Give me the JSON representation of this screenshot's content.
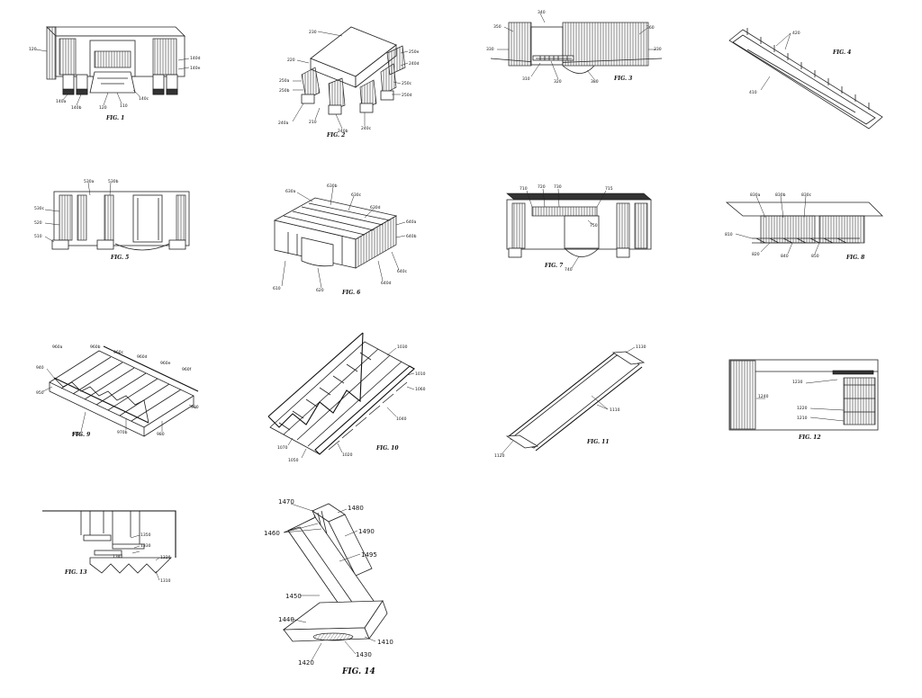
{
  "sheet": {
    "figures": [
      {
        "caption": "FIG. 1",
        "labels": [
          "120",
          "140d",
          "140e",
          "140a",
          "140b",
          "120",
          "110",
          "140c"
        ]
      },
      {
        "caption": "FIG. 2",
        "labels": [
          "230",
          "220",
          "250a",
          "250b",
          "250c",
          "250d",
          "250e",
          "240a",
          "240b",
          "240c",
          "240d",
          "210"
        ]
      },
      {
        "caption": "FIG. 3",
        "labels": [
          "340",
          "350",
          "360",
          "330",
          "310",
          "320",
          "380",
          "330"
        ]
      },
      {
        "caption": "FIG. 4",
        "labels": [
          "420",
          "410"
        ]
      },
      {
        "caption": "FIG. 5",
        "labels": [
          "530a",
          "530b",
          "530c",
          "520",
          "510"
        ]
      },
      {
        "caption": "FIG. 6",
        "labels": [
          "630a",
          "630b",
          "630c",
          "630d",
          "640a",
          "640b",
          "640c",
          "640d",
          "610",
          "620"
        ]
      },
      {
        "caption": "FIG. 7",
        "labels": [
          "710",
          "720",
          "730",
          "715",
          "750",
          "740"
        ]
      },
      {
        "caption": "FIG. 8",
        "labels": [
          "830a",
          "830b",
          "830c",
          "810",
          "820",
          "840",
          "850"
        ]
      },
      {
        "caption": "FIG. 9",
        "labels": [
          "960a",
          "960b",
          "960c",
          "960d",
          "960e",
          "960f",
          "940",
          "950",
          "970a",
          "970b",
          "980",
          "990"
        ]
      },
      {
        "caption": "FIG. 10",
        "labels": [
          "1030",
          "1010",
          "1060",
          "1040",
          "1070",
          "1050",
          "1020"
        ]
      },
      {
        "caption": "FIG. 11",
        "labels": [
          "1130",
          "1110",
          "1120"
        ]
      },
      {
        "caption": "FIG. 12",
        "labels": [
          "1230",
          "1240",
          "1220",
          "1210"
        ]
      },
      {
        "caption": "FIG. 13",
        "labels": [
          "1350",
          "1340",
          "1330",
          "1320",
          "1310"
        ]
      },
      {
        "caption": "FIG. 14",
        "labels": [
          "1470",
          "1480",
          "1460",
          "1490",
          "1495",
          "1450",
          "1440",
          "1410",
          "1430",
          "1420"
        ]
      }
    ]
  }
}
